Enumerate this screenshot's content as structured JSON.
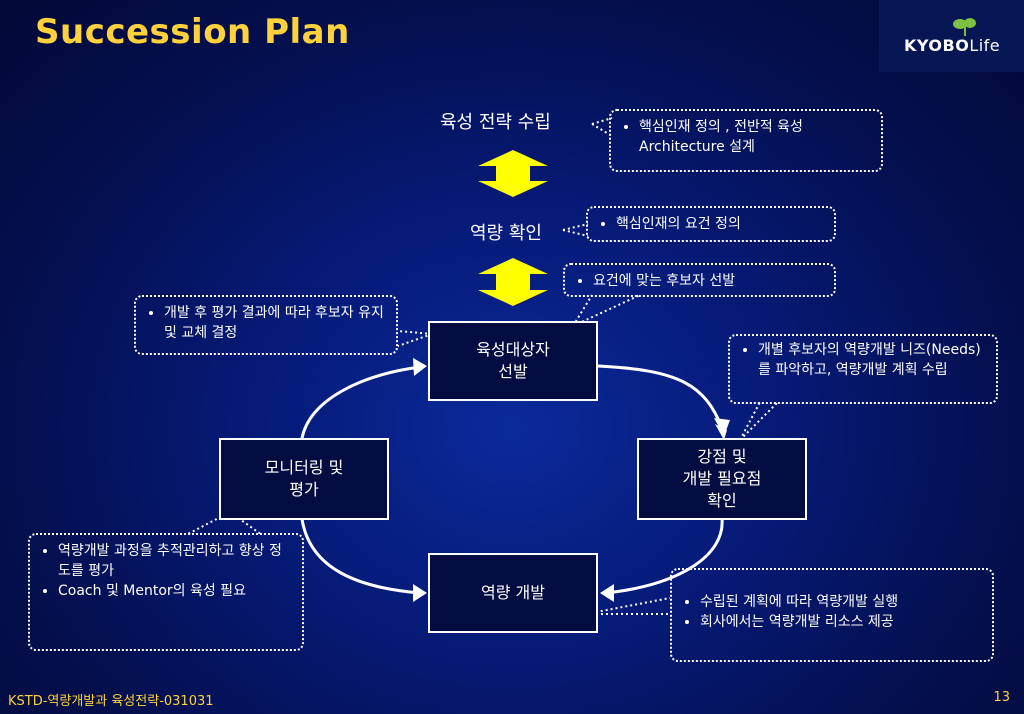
{
  "title": "Succession Plan",
  "logo": {
    "brand": "KYOBO",
    "suffix": "Life"
  },
  "stages": {
    "strategy": "육성 전략 수립",
    "competency_check": "역량 확인"
  },
  "nodes": {
    "select": [
      "육성대상자",
      "선발"
    ],
    "strengths": [
      "강점 및",
      "개발 필요점",
      "확인"
    ],
    "develop": [
      "역량 개발"
    ],
    "monitor": [
      "모니터링 및",
      "평가"
    ]
  },
  "notes": {
    "strategy": [
      "핵심인재 정의 , 전반적 육성 Architecture 설계"
    ],
    "competency": [
      "핵심인재의 요건 정의"
    ],
    "select": [
      "요건에 맞는 후보자 선발"
    ],
    "evaluate": [
      "개발 후 평가 결과에 따라 후보자 유지 및 교체 결정"
    ],
    "needs": [
      "개별 후보자의 역량개발 니즈(Needs)를 파악하고, 역량개발 계획 수립"
    ],
    "monitor": [
      "역량개발 과정을 추적관리하고 향상 정도를 평가",
      "Coach 및 Mentor의 육성 필요"
    ],
    "execute": [
      "수립된 계획에 따라 역량개발 실행",
      "회사에서는 역량개발 리소스 제공"
    ]
  },
  "footer": {
    "left": "KSTD-역량개발과 육성전략-031031",
    "page": "13"
  },
  "colors": {
    "title": "#ffd23c",
    "arrow": "#ffff00",
    "node_fill": "#020c40",
    "background": "#061a78"
  }
}
